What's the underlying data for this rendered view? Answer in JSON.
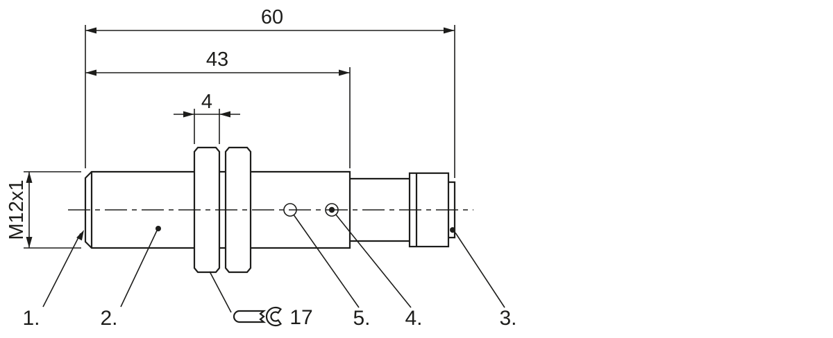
{
  "drawing": {
    "dim_total_length": "60",
    "dim_body_length": "43",
    "dim_nut_width": "4",
    "thread_spec": "M12x1",
    "wrench_size": "17",
    "callout_1": "1.",
    "callout_2": "2.",
    "callout_3": "3.",
    "callout_4": "4.",
    "callout_5": "5."
  },
  "icons": {
    "wrench": "wrench-icon"
  },
  "colors": {
    "line": "#1d1d1b",
    "background": "#ffffff"
  }
}
